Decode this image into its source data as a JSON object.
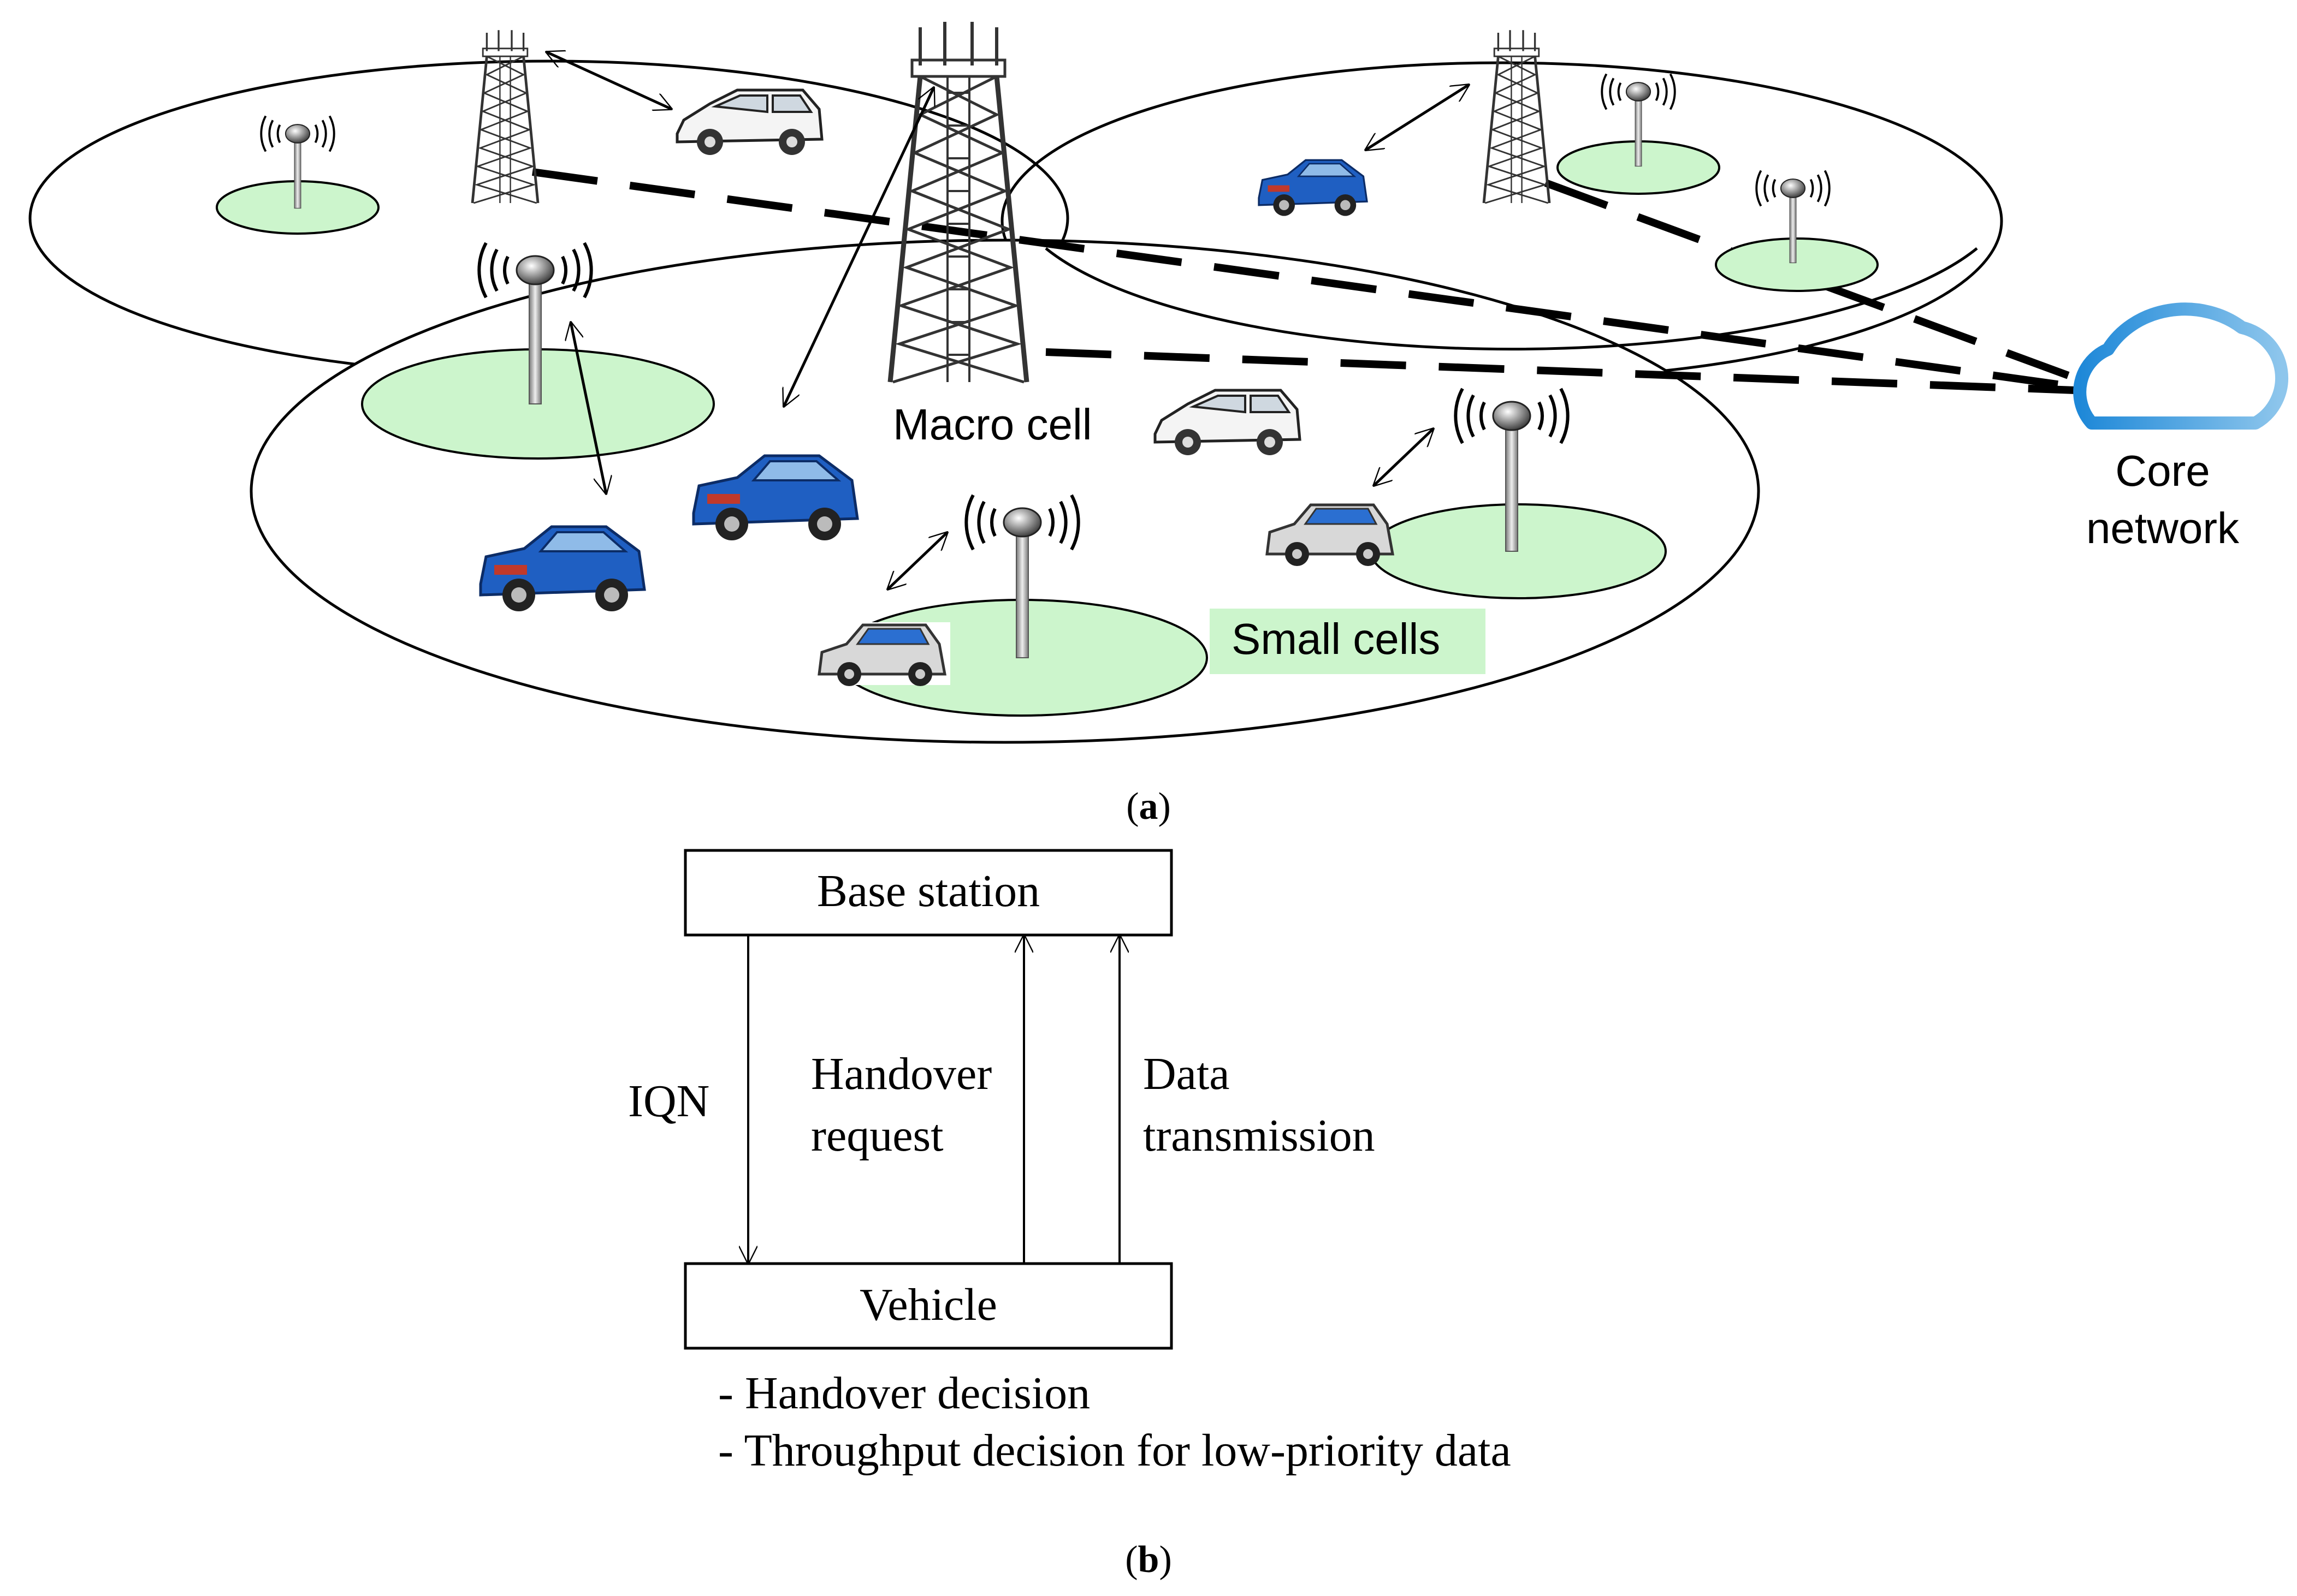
{
  "part_a": {
    "macro_cell_label": "Macro cell",
    "small_cells_label": "Small cells",
    "core_network_line1": "Core",
    "core_network_line2": "network",
    "caption_open": "(",
    "caption_letter": "a",
    "caption_close": ")",
    "colors": {
      "small_cell_fill": "#ccf5cc",
      "small_cells_label_bg": "#ccf5cc",
      "car_blue": "#1f5fc2",
      "car_white": "#f2f2f2",
      "cloud": "#2b8fd6",
      "ink": "#000000"
    }
  },
  "part_b": {
    "base_station_label": "Base station",
    "vehicle_label": "Vehicle",
    "iqn_label": "IQN",
    "handover_line1": "Handover",
    "handover_line2": "request",
    "data_line1": "Data",
    "data_line2": "transmission",
    "vehicle_notes": [
      "- Handover decision",
      "- Throughput decision for low-priority data"
    ],
    "caption_open": "(",
    "caption_letter": "b",
    "caption_close": ")"
  }
}
